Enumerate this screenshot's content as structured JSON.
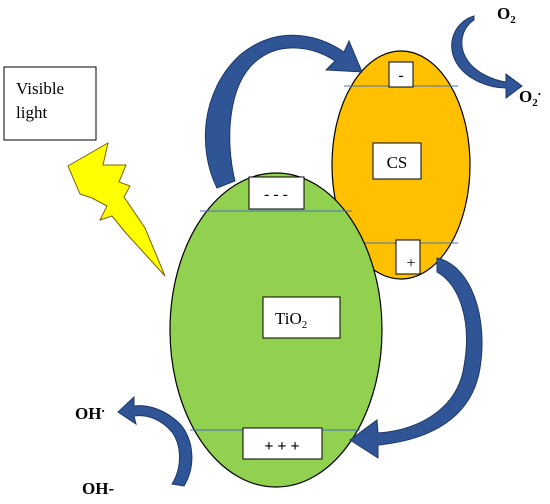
{
  "diagram": {
    "light_box_lines": [
      "Visible",
      "light"
    ],
    "tio2": {
      "label_main": "TiO",
      "label_sub": "2",
      "cb_label": "- - -",
      "vb_label": "+ + +",
      "fill": "#92d050"
    },
    "cs": {
      "label": "CS",
      "cb_label": "-",
      "vb_label": "+",
      "fill": "#ffc000"
    },
    "o2": {
      "main": "O",
      "sub": "2"
    },
    "o2_radical": {
      "main": "O",
      "sub": "2",
      "sup": "."
    },
    "oh_radical": {
      "main": "OH",
      "sup": "."
    },
    "oh_minus": "OH-",
    "colors": {
      "arrow": "#2f5597",
      "lightning": "#ffff00",
      "band_line": "#4472c4"
    }
  }
}
